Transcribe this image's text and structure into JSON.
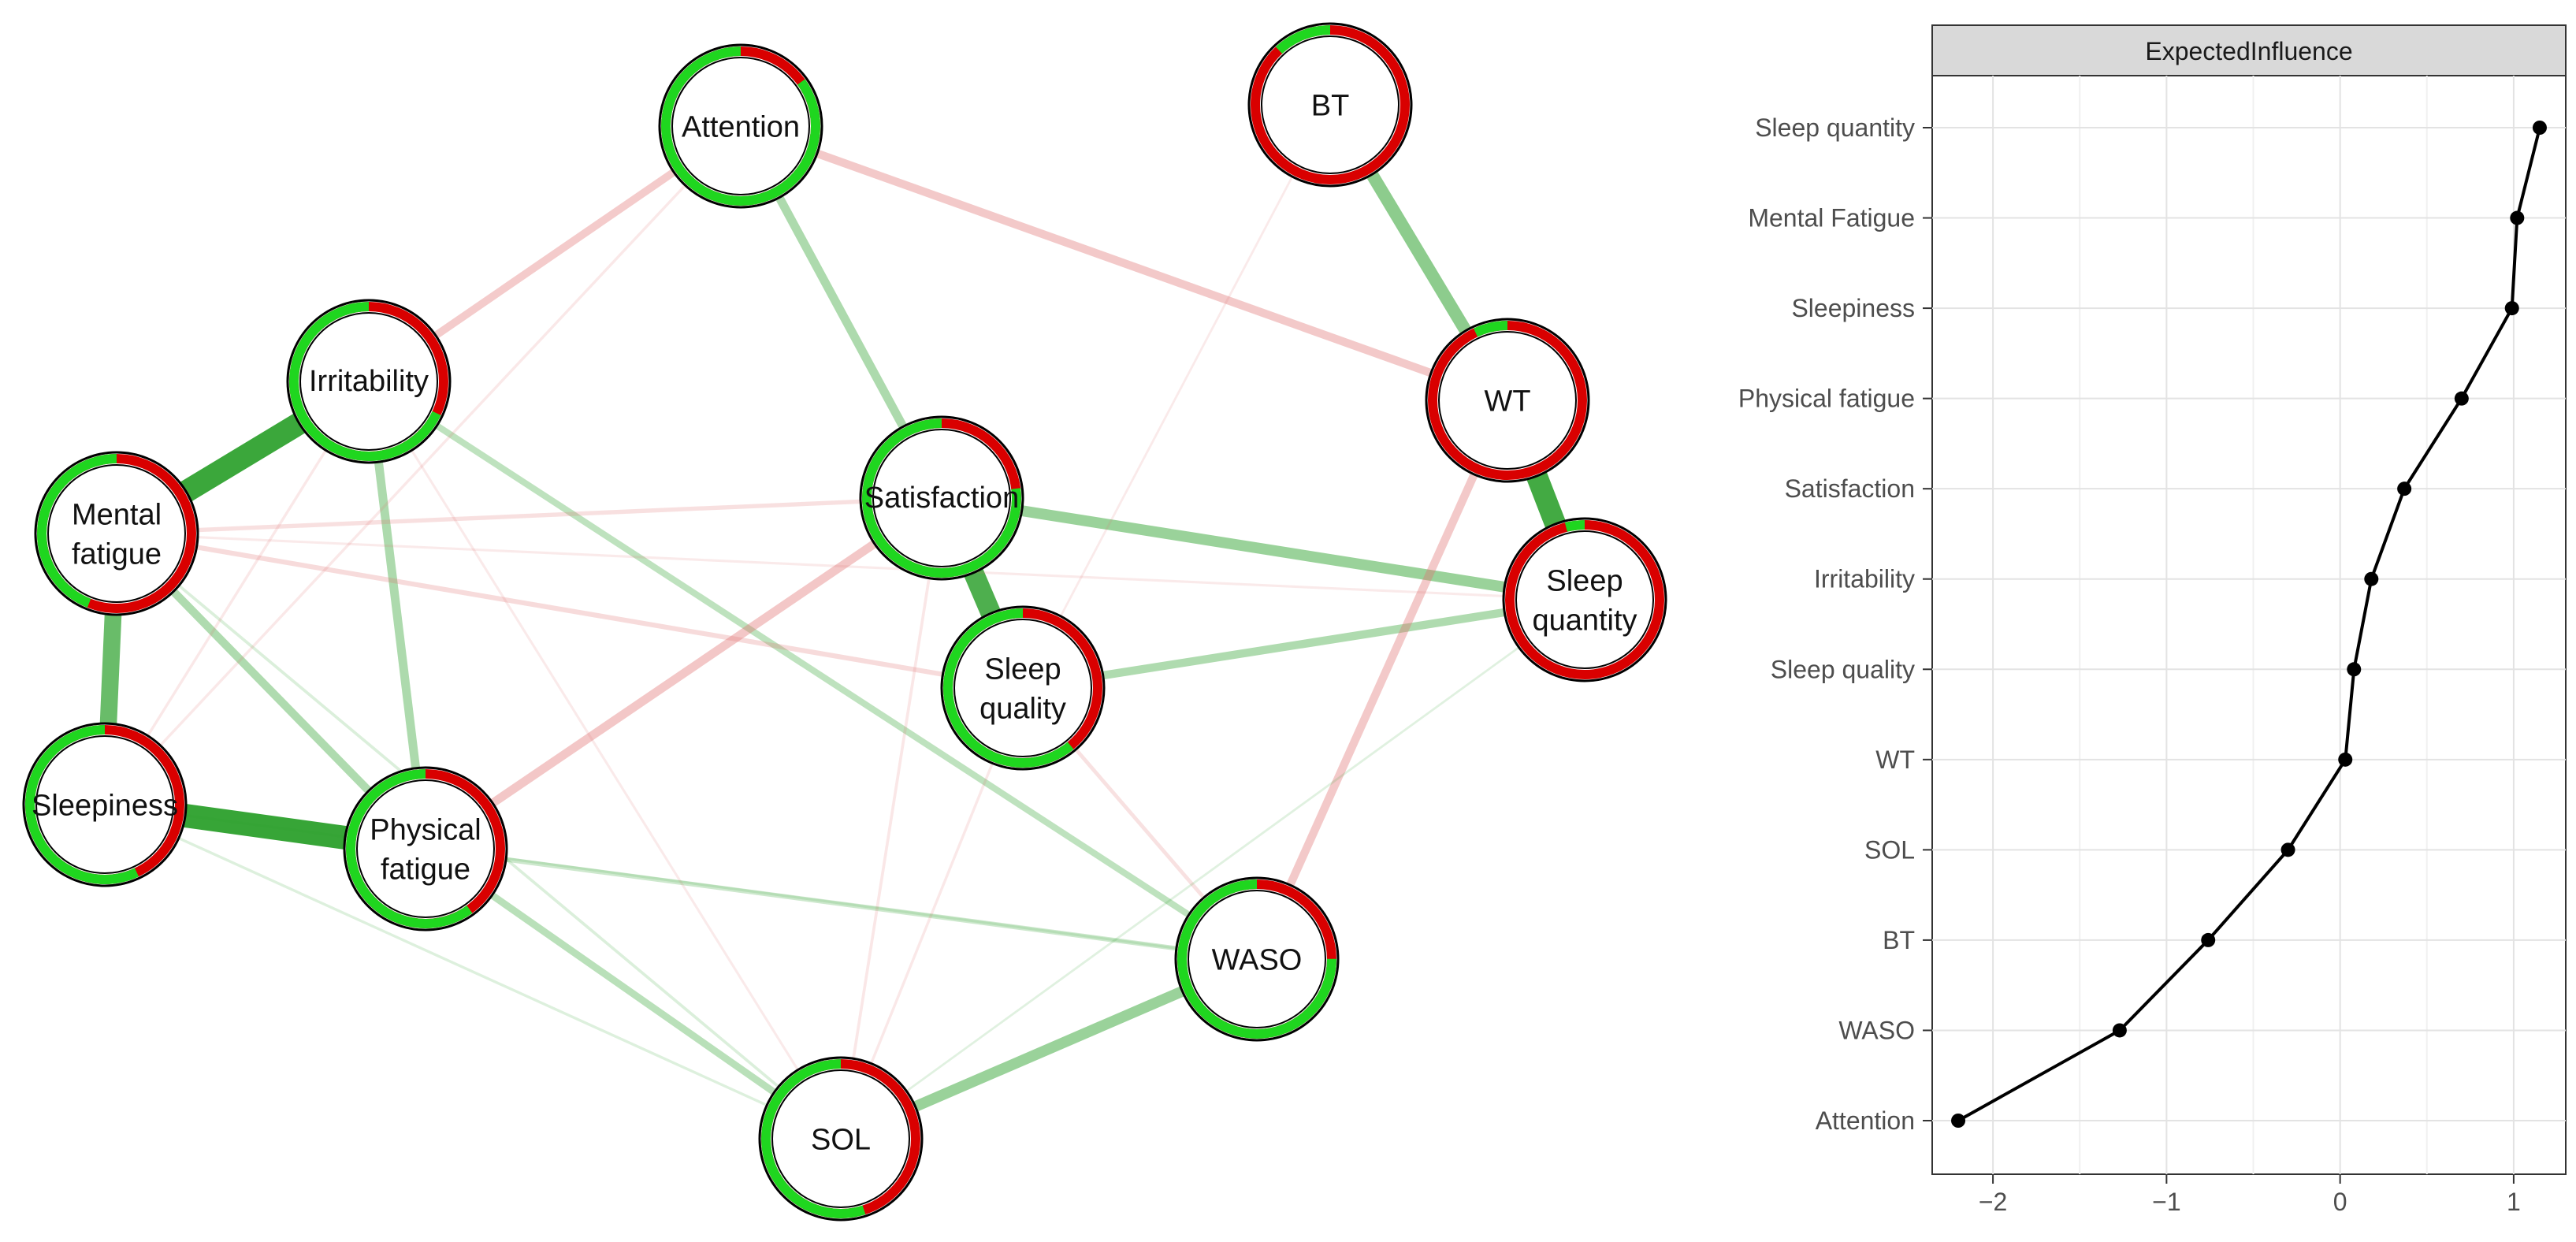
{
  "chart_data": [
    {
      "type": "network",
      "colors": {
        "positive": "#2ca02c",
        "negative": "#e07070",
        "ring_positive": "#1fd61f",
        "ring_negative": "#d90000"
      },
      "nodes": [
        {
          "id": "attention",
          "lines": [
            "Attention"
          ],
          "pie": 0.85
        },
        {
          "id": "bt",
          "lines": [
            "BT"
          ],
          "pie": 0.12
        },
        {
          "id": "irritability",
          "lines": [
            "Irritability"
          ],
          "pie": 0.68
        },
        {
          "id": "wt",
          "lines": [
            "WT"
          ],
          "pie": 0.07
        },
        {
          "id": "mental_fatigue",
          "lines": [
            "Mental",
            "fatigue"
          ],
          "pie": 0.44
        },
        {
          "id": "satisfaction",
          "lines": [
            "Satisfaction"
          ],
          "pie": 0.77
        },
        {
          "id": "sleep_quantity",
          "lines": [
            "Sleep",
            "quantity"
          ],
          "pie": 0.04
        },
        {
          "id": "sleep_quality",
          "lines": [
            "Sleep",
            "quality"
          ],
          "pie": 0.61
        },
        {
          "id": "sleepiness",
          "lines": [
            "Sleepiness"
          ],
          "pie": 0.57
        },
        {
          "id": "physical_fatigue",
          "lines": [
            "Physical",
            "fatigue"
          ],
          "pie": 0.6
        },
        {
          "id": "waso",
          "lines": [
            "WASO"
          ],
          "pie": 0.75
        },
        {
          "id": "sol",
          "lines": [
            "SOL"
          ],
          "pie": 0.55
        }
      ],
      "edges": [
        {
          "from": "bt",
          "to": "wt",
          "sign": "positive",
          "weight": 0.5
        },
        {
          "from": "wt",
          "to": "sleep_quantity",
          "sign": "positive",
          "weight": 0.9
        },
        {
          "from": "attention",
          "to": "wt",
          "sign": "negative",
          "weight": 0.3
        },
        {
          "from": "attention",
          "to": "irritability",
          "sign": "negative",
          "weight": 0.28
        },
        {
          "from": "attention",
          "to": "satisfaction",
          "sign": "positive",
          "weight": 0.32
        },
        {
          "from": "irritability",
          "to": "mental_fatigue",
          "sign": "positive",
          "weight": 0.95
        },
        {
          "from": "irritability",
          "to": "physical_fatigue",
          "sign": "positive",
          "weight": 0.32
        },
        {
          "from": "irritability",
          "to": "waso",
          "sign": "positive",
          "weight": 0.22
        },
        {
          "from": "mental_fatigue",
          "to": "sleepiness",
          "sign": "positive",
          "weight": 0.7
        },
        {
          "from": "mental_fatigue",
          "to": "physical_fatigue",
          "sign": "positive",
          "weight": 0.3
        },
        {
          "from": "mental_fatigue",
          "to": "satisfaction",
          "sign": "negative",
          "weight": 0.12
        },
        {
          "from": "mental_fatigue",
          "to": "sleep_quality",
          "sign": "negative",
          "weight": 0.15
        },
        {
          "from": "sleepiness",
          "to": "physical_fatigue",
          "sign": "positive",
          "weight": 1.0
        },
        {
          "from": "satisfaction",
          "to": "sleep_quality",
          "sign": "positive",
          "weight": 0.85
        },
        {
          "from": "satisfaction",
          "to": "sleep_quantity",
          "sign": "positive",
          "weight": 0.42
        },
        {
          "from": "satisfaction",
          "to": "physical_fatigue",
          "sign": "negative",
          "weight": 0.32
        },
        {
          "from": "sleep_quality",
          "to": "sleep_quantity",
          "sign": "positive",
          "weight": 0.3
        },
        {
          "from": "wt",
          "to": "waso",
          "sign": "negative",
          "weight": 0.3
        },
        {
          "from": "physical_fatigue",
          "to": "waso",
          "sign": "positive",
          "weight": 0.14
        },
        {
          "from": "physical_fatigue",
          "to": "sol",
          "sign": "positive",
          "weight": 0.25
        },
        {
          "from": "sol",
          "to": "waso",
          "sign": "positive",
          "weight": 0.42
        },
        {
          "from": "sleep_quality",
          "to": "waso",
          "sign": "negative",
          "weight": 0.1
        },
        {
          "from": "sleepiness",
          "to": "sol",
          "sign": "positive",
          "weight": 0.05
        },
        {
          "from": "mental_fatigue",
          "to": "sol",
          "sign": "positive",
          "weight": 0.06
        },
        {
          "from": "satisfaction",
          "to": "sol",
          "sign": "negative",
          "weight": 0.06
        },
        {
          "from": "sleep_quality",
          "to": "sol",
          "sign": "negative",
          "weight": 0.05
        },
        {
          "from": "attention",
          "to": "sleepiness",
          "sign": "negative",
          "weight": 0.05
        },
        {
          "from": "irritability",
          "to": "sleepiness",
          "sign": "negative",
          "weight": 0.05
        },
        {
          "from": "irritability",
          "to": "sol",
          "sign": "negative",
          "weight": 0.04
        },
        {
          "from": "bt",
          "to": "sleep_quality",
          "sign": "negative",
          "weight": 0.03
        },
        {
          "from": "sleep_quantity",
          "to": "sol",
          "sign": "positive",
          "weight": 0.03
        },
        {
          "from": "mental_fatigue",
          "to": "sleep_quantity",
          "sign": "negative",
          "weight": 0.04
        },
        {
          "from": "sleepiness",
          "to": "waso",
          "sign": "positive",
          "weight": 0.04
        }
      ]
    },
    {
      "type": "line",
      "panel_title": "ExpectedInfluence",
      "categories": [
        "Attention",
        "WASO",
        "BT",
        "SOL",
        "WT",
        "Sleep quality",
        "Irritability",
        "Satisfaction",
        "Physical fatigue",
        "Sleepiness",
        "Mental Fatigue",
        "Sleep quantity"
      ],
      "values": [
        -2.2,
        -1.27,
        -0.76,
        -0.3,
        0.03,
        0.08,
        0.18,
        0.37,
        0.7,
        0.99,
        1.02,
        1.15
      ],
      "xlim": [
        -2.35,
        1.3
      ],
      "xticks": [
        -2,
        -1,
        0,
        1
      ],
      "xtick_labels": [
        "−2",
        "−1",
        "0",
        "1"
      ],
      "grid": true
    }
  ]
}
